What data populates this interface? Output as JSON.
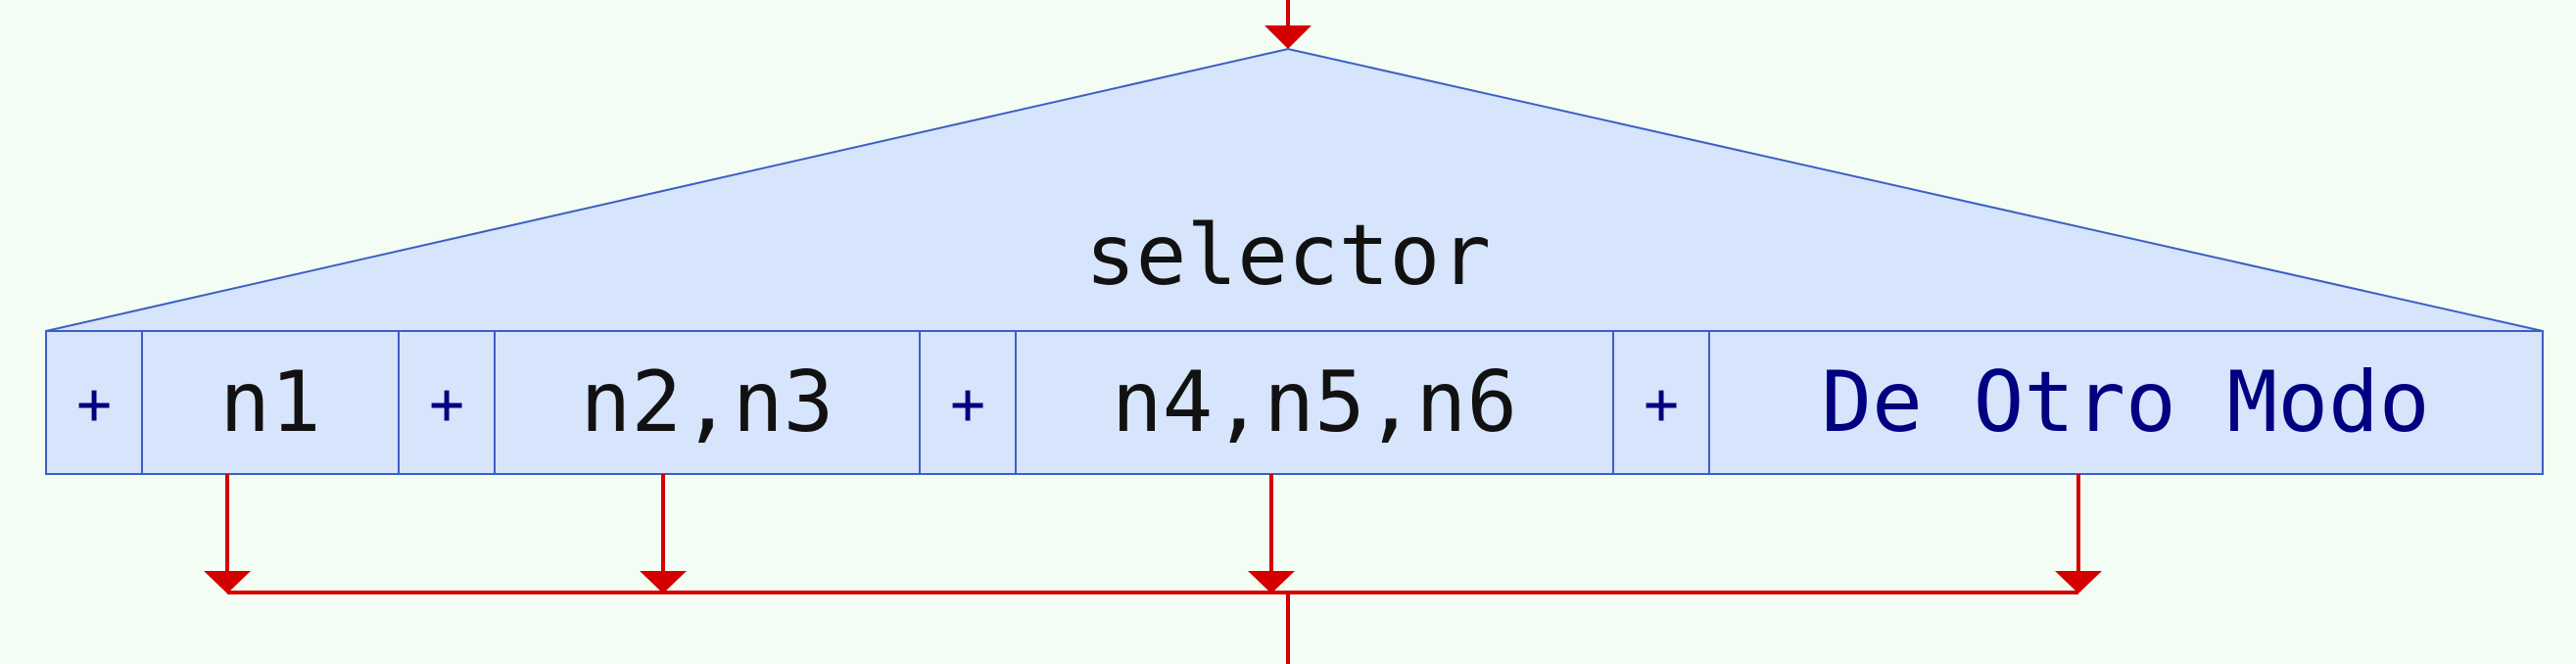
{
  "selector": {
    "title": "selector"
  },
  "cases": [
    {
      "plus": "+",
      "label": "n1"
    },
    {
      "plus": "+",
      "label": "n2,n3"
    },
    {
      "plus": "+",
      "label": "n4,n5,n6"
    },
    {
      "plus": "+",
      "label": "De Otro Modo"
    }
  ],
  "colors": {
    "background": "#f4fdf3",
    "shape_fill": "#d6e4fc",
    "shape_stroke": "#3c5ec6",
    "flow_line": "#d40000",
    "text": "#111111",
    "default_text": "#000080"
  }
}
